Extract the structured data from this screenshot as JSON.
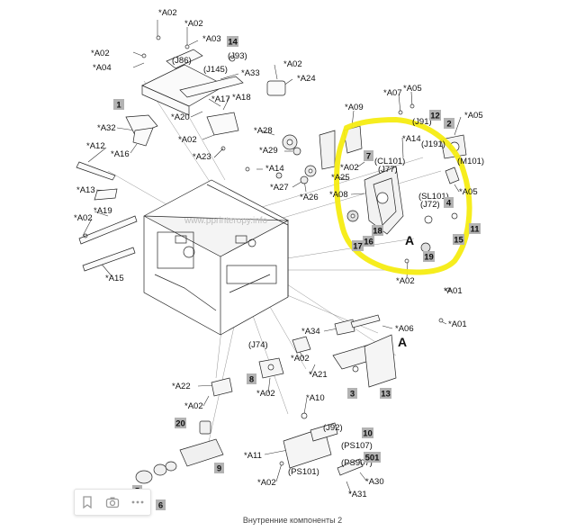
{
  "caption": "Внутренние компоненты 2",
  "watermark": "www.pprinteropy.info",
  "highlight_color": "#f5ec12",
  "labels": [
    {
      "id": "a02_1",
      "text": "*A02"
    },
    {
      "id": "a02_2",
      "text": "*A02"
    },
    {
      "id": "a03",
      "text": "*A03"
    },
    {
      "id": "a02_3",
      "text": "*A02"
    },
    {
      "id": "a04",
      "text": "*A04"
    },
    {
      "id": "a33",
      "text": "*A33"
    },
    {
      "id": "a02_4",
      "text": "*A02"
    },
    {
      "id": "a24",
      "text": "*A24"
    },
    {
      "id": "a17",
      "text": "*A17"
    },
    {
      "id": "a18",
      "text": "*A18"
    },
    {
      "id": "a20",
      "text": "*A20"
    },
    {
      "id": "a32",
      "text": "*A32"
    },
    {
      "id": "a02_5",
      "text": "*A02"
    },
    {
      "id": "a28",
      "text": "*A28"
    },
    {
      "id": "a16",
      "text": "*A16"
    },
    {
      "id": "a12",
      "text": "*A12"
    },
    {
      "id": "a29",
      "text": "*A29"
    },
    {
      "id": "a23",
      "text": "*A23"
    },
    {
      "id": "a14_1",
      "text": "*A14"
    },
    {
      "id": "a13",
      "text": "*A13"
    },
    {
      "id": "a27",
      "text": "*A27"
    },
    {
      "id": "a26",
      "text": "*A26"
    },
    {
      "id": "a19",
      "text": "*A19"
    },
    {
      "id": "a02_6",
      "text": "*A02"
    },
    {
      "id": "a15",
      "text": "*A15"
    },
    {
      "id": "a09",
      "text": "*A09"
    },
    {
      "id": "a07",
      "text": "*A07"
    },
    {
      "id": "a05_1",
      "text": "*A05"
    },
    {
      "id": "a05_2",
      "text": "*A05"
    },
    {
      "id": "a14_2",
      "text": "*A14"
    },
    {
      "id": "a02_7",
      "text": "*A02"
    },
    {
      "id": "a25",
      "text": "*A25"
    },
    {
      "id": "a08",
      "text": "*A08"
    },
    {
      "id": "a05_3",
      "text": "*A05"
    },
    {
      "id": "a02_8",
      "text": "*A02"
    },
    {
      "id": "a01_1",
      "text": "*A01"
    },
    {
      "id": "a06",
      "text": "*A06"
    },
    {
      "id": "a01_2",
      "text": "*A01"
    },
    {
      "id": "a34",
      "text": "*A34"
    },
    {
      "id": "a02_9",
      "text": "*A02"
    },
    {
      "id": "a21",
      "text": "*A21"
    },
    {
      "id": "a22",
      "text": "*A22"
    },
    {
      "id": "a02_10",
      "text": "*A02"
    },
    {
      "id": "a02_11",
      "text": "*A02"
    },
    {
      "id": "a10",
      "text": "*A10"
    },
    {
      "id": "a11",
      "text": "*A11"
    },
    {
      "id": "a02_12",
      "text": "*A02"
    },
    {
      "id": "a30",
      "text": "*A30"
    },
    {
      "id": "a31",
      "text": "*A31"
    },
    {
      "id": "j86",
      "text": "(J86)"
    },
    {
      "id": "j93",
      "text": "(J93)"
    },
    {
      "id": "j145",
      "text": "(J145)"
    },
    {
      "id": "j91",
      "text": "(J91)"
    },
    {
      "id": "j191",
      "text": "(J191)"
    },
    {
      "id": "m101",
      "text": "(M101)"
    },
    {
      "id": "cl101",
      "text": "(CL101)"
    },
    {
      "id": "j77",
      "text": "(J77)"
    },
    {
      "id": "sl101",
      "text": "(SL101)"
    },
    {
      "id": "j72",
      "text": "(J72)"
    },
    {
      "id": "j74",
      "text": "(J74)"
    },
    {
      "id": "j92",
      "text": "(J92)"
    },
    {
      "id": "ps107",
      "text": "(PS107)"
    },
    {
      "id": "ps907",
      "text": "(PS907)"
    },
    {
      "id": "ps101",
      "text": "(PS101)"
    },
    {
      "id": "bigA1",
      "text": "A"
    },
    {
      "id": "bigA2",
      "text": "A"
    }
  ],
  "callouts": [
    {
      "id": "c14",
      "text": "14"
    },
    {
      "id": "c1",
      "text": "1"
    },
    {
      "id": "c12",
      "text": "12"
    },
    {
      "id": "c2",
      "text": "2"
    },
    {
      "id": "c7",
      "text": "7"
    },
    {
      "id": "c4",
      "text": "4"
    },
    {
      "id": "c11",
      "text": "11"
    },
    {
      "id": "c15",
      "text": "15"
    },
    {
      "id": "c16",
      "text": "16"
    },
    {
      "id": "c18",
      "text": "18"
    },
    {
      "id": "c17",
      "text": "17"
    },
    {
      "id": "c19",
      "text": "19"
    },
    {
      "id": "c3",
      "text": "3"
    },
    {
      "id": "c13",
      "text": "13"
    },
    {
      "id": "c8",
      "text": "8"
    },
    {
      "id": "c20",
      "text": "20"
    },
    {
      "id": "c9",
      "text": "9"
    },
    {
      "id": "c10",
      "text": "10"
    },
    {
      "id": "c501",
      "text": "501"
    },
    {
      "id": "c5",
      "text": "5"
    },
    {
      "id": "c6",
      "text": "6"
    }
  ],
  "toolbar": [
    {
      "id": "bookmark",
      "icon": "bookmark-icon"
    },
    {
      "id": "camera",
      "icon": "camera-icon"
    },
    {
      "id": "more",
      "icon": "more-icon"
    }
  ]
}
